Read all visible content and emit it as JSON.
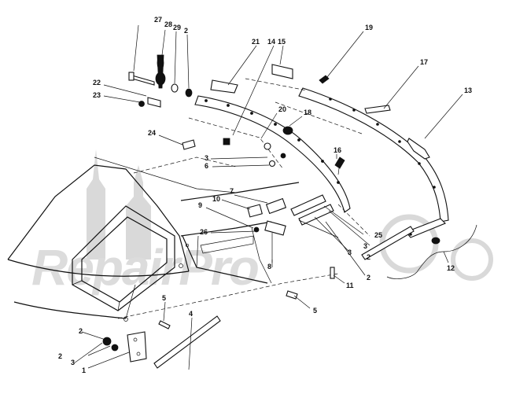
{
  "watermark": {
    "text": "RepairPro"
  },
  "callouts": [
    "1",
    "2",
    "3",
    "4",
    "5",
    "6",
    "7",
    "8",
    "9",
    "10",
    "11",
    "12",
    "13",
    "14",
    "15",
    "16",
    "17",
    "18",
    "19",
    "20",
    "21",
    "22",
    "23",
    "24",
    "25",
    "26",
    "27",
    "28",
    "29"
  ]
}
